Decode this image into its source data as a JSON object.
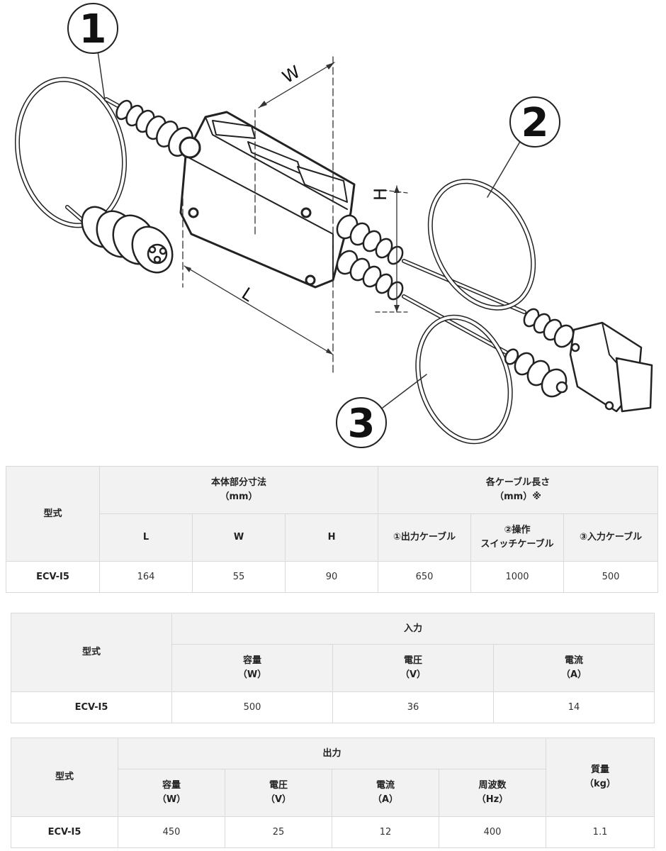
{
  "diagram": {
    "callouts": [
      "1",
      "2",
      "3"
    ],
    "dimensions": {
      "length": "L",
      "width": "W",
      "height": "H"
    }
  },
  "table_dimensions": {
    "model_header": "型式",
    "body_group_header": "本体部分寸法\n（mm）",
    "cable_group_header": "各ケーブル長さ\n（mm）※",
    "columns": [
      "L",
      "W",
      "H",
      "①出力ケーブル",
      "②操作\nスイッチケーブル",
      "③入力ケーブル"
    ],
    "rows": [
      {
        "model": "ECV-I5",
        "values": [
          "164",
          "55",
          "90",
          "650",
          "1000",
          "500"
        ]
      }
    ]
  },
  "table_input": {
    "model_header": "型式",
    "group_header": "入力",
    "columns": [
      "容量\n（W）",
      "電圧\n（V）",
      "電流\n（A）"
    ],
    "rows": [
      {
        "model": "ECV-I5",
        "values": [
          "500",
          "36",
          "14"
        ]
      }
    ]
  },
  "table_output": {
    "model_header": "型式",
    "group_header": "出力",
    "mass_header": "質量\n（kg）",
    "columns": [
      "容量\n（W）",
      "電圧\n（V）",
      "電流\n（A）",
      "周波数\n（Hz）"
    ],
    "rows": [
      {
        "model": "ECV-I5",
        "values": [
          "450",
          "25",
          "12",
          "400",
          "1.1"
        ]
      }
    ]
  }
}
